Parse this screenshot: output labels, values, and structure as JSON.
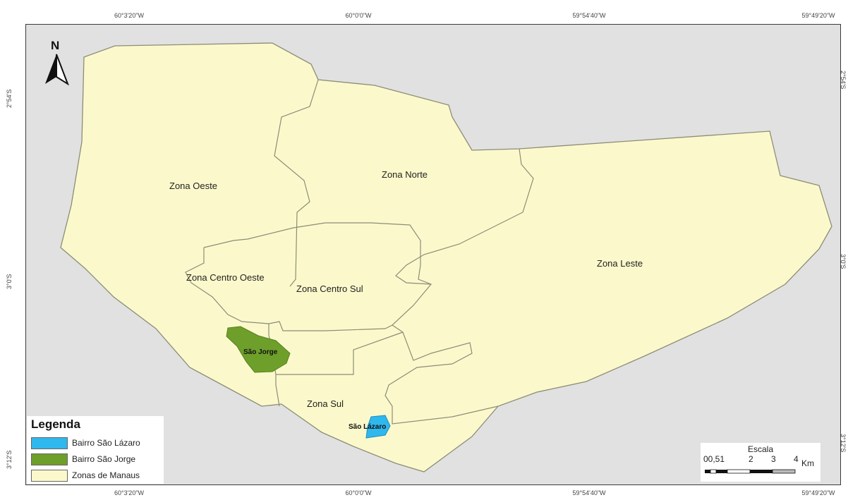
{
  "coordinates": {
    "top": [
      "60°3'20\"W",
      "60°0'0\"W",
      "59°54'40\"W",
      "59°49'20\"W"
    ],
    "bottom": [
      "60°3'20\"W",
      "60°0'0\"W",
      "59°54'40\"W",
      "59°49'20\"W"
    ],
    "left": [
      "2°54'S",
      "3°0'S",
      "3°12'S"
    ],
    "right": [
      "2°54'S",
      "3°0'S",
      "3°12'S"
    ]
  },
  "north_arrow": {
    "letter": "N"
  },
  "zones": [
    {
      "label": "Zona Oeste",
      "fill": "#fbf9cb"
    },
    {
      "label": "Zona Norte",
      "fill": "#fbf9cb"
    },
    {
      "label": "Zona Leste",
      "fill": "#fbf9cb"
    },
    {
      "label": "Zona Centro Oeste",
      "fill": "#fbf9cb"
    },
    {
      "label": "Zona Centro Sul",
      "fill": "#fbf9cb"
    },
    {
      "label": "Zona Sul",
      "fill": "#fbf9cb"
    }
  ],
  "bairros": [
    {
      "label": "São Jorge",
      "fill": "#6e9f2a"
    },
    {
      "label": "São Lázaro",
      "fill": "#2fb8ee"
    }
  ],
  "legend": {
    "title": "Legenda",
    "items": [
      {
        "label": "Bairro São Lázaro",
        "color": "#2fb8ee"
      },
      {
        "label": "Bairro São Jorge",
        "color": "#6e9f2a"
      },
      {
        "label": "Zonas de Manaus",
        "color": "#fbf9cb"
      }
    ]
  },
  "scale": {
    "title": "Escala",
    "ticks": [
      "00,51",
      "2",
      "3",
      "4"
    ],
    "unit": "Km"
  },
  "colors": {
    "background": "#e1e1e1",
    "zone_border": "#8c8c78",
    "frame": "#3a3a3a"
  }
}
